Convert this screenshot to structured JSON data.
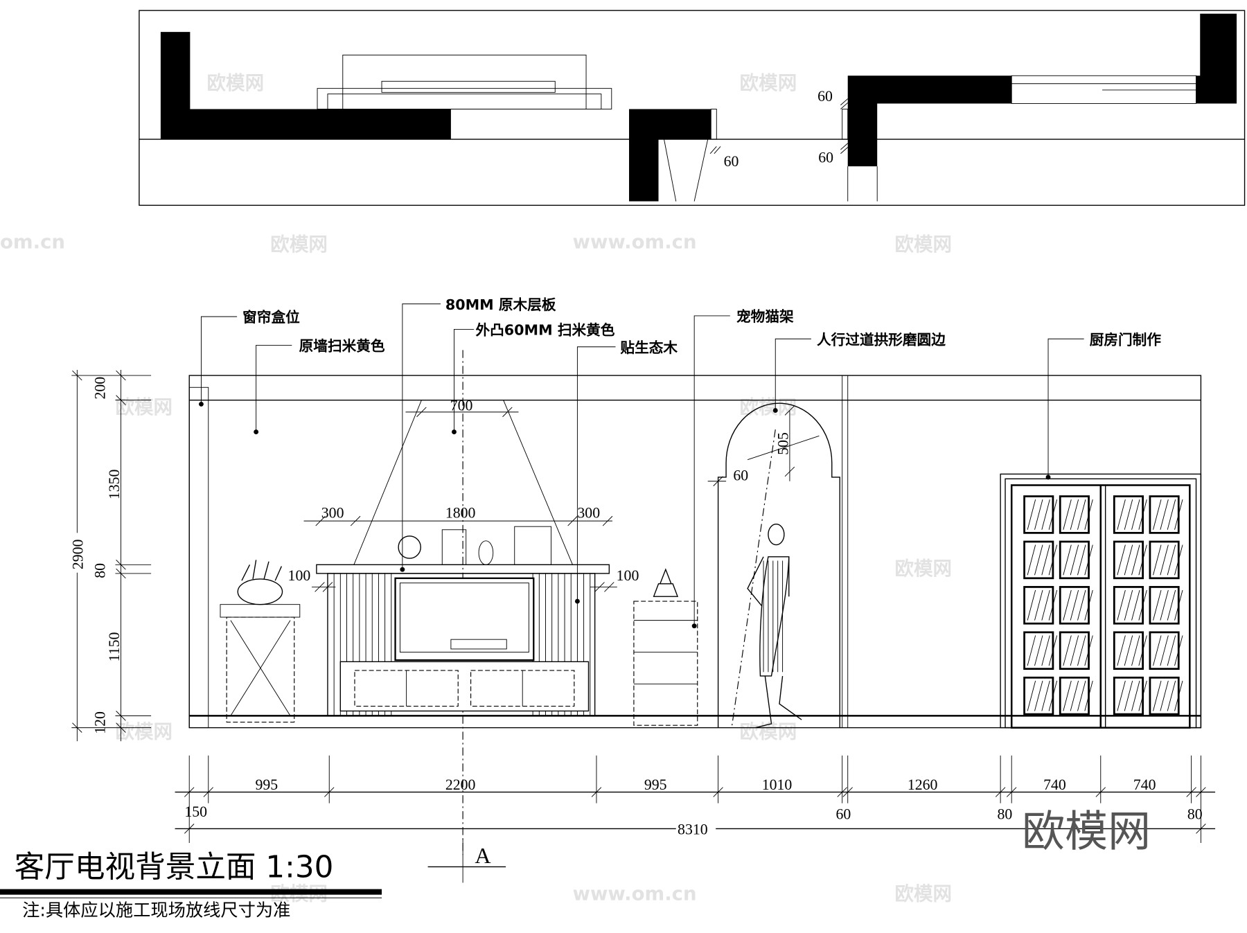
{
  "plan": {
    "dims": [
      "60",
      "60",
      "60"
    ]
  },
  "labels": {
    "curtain_box": "窗帘盒位",
    "wall_paint": "原墙扫米黄色",
    "wood_shelf": "80MM 原木层板",
    "protrude": "外凸60MM 扫米黄色",
    "eco_wood": "贴生态木",
    "cat_rack": "宠物猫架",
    "arch": "人行过道拱形磨圆边",
    "kitchen_door": "厨房门制作"
  },
  "vertical_dims": {
    "d200": "200",
    "d1350": "1350",
    "d80": "80",
    "d1150": "1150",
    "d120": "120",
    "total": "2900"
  },
  "elevation_dims": {
    "d700": "700",
    "d300a": "300",
    "d1800": "1800",
    "d300b": "300",
    "d100a": "100",
    "d100b": "100",
    "d505": "505",
    "d60": "60"
  },
  "bottom_dims": {
    "segments": [
      "995",
      "2200",
      "995",
      "1010",
      "1260",
      "740",
      "740"
    ],
    "small": [
      "150",
      "60",
      "80",
      "80"
    ],
    "total": "8310"
  },
  "section_mark": "A",
  "title": "客厅电视背景立面 1:30",
  "note": "注:具体应以施工现场放线尺寸为准",
  "logo": "欧模网",
  "watermark": {
    "brand": "欧模网",
    "url": "www.om.cn"
  }
}
